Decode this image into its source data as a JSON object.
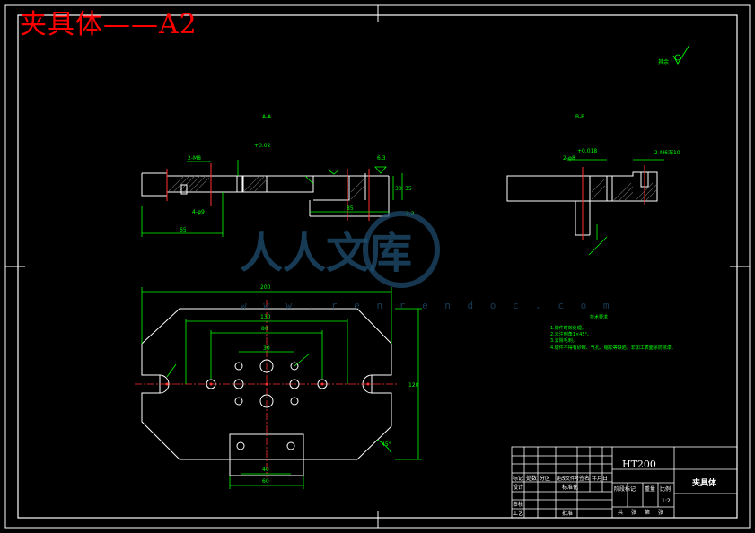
{
  "banner": {
    "title": "夹具体——A2"
  },
  "views": {
    "section_a": {
      "label": "A-A"
    },
    "section_b": {
      "label": "B-B"
    }
  },
  "dimensions": {
    "overall_width": "200",
    "width_130": "130",
    "width_80": "80",
    "pcd": "30",
    "height_120": "120",
    "inner_40": "40",
    "inner_60": "60",
    "angle": "45°",
    "depth_65": "65",
    "depth_85": "85",
    "thick_30": "30",
    "thick_35": "35",
    "roughness_1": "6.3",
    "roughness_2": "3.2",
    "tol_1": "+0.02",
    "tol_2": "+0.018",
    "hole_spec_1": "2-M8",
    "hole_spec_2": "2-M6深10",
    "hole_spec_3": "4-φ9",
    "hole_spec_4": "2-φ8"
  },
  "notes": {
    "heading": "技术要求",
    "lines": [
      "1.铸件时效处理。",
      "2.未注倒角1×45°。",
      "3.去除毛刺。",
      "4.铸件不得有砂眼、气孔、缩松等缺陷，非加工表面涂防锈漆。"
    ]
  },
  "roughness_symbol": {
    "text": "其余"
  },
  "title_block": {
    "material": "HT200",
    "part_name": "夹具体",
    "scale": "1:2",
    "header_cells": [
      "标记",
      "处数",
      "分区",
      "更改文件号",
      "签名",
      "年月日"
    ],
    "row_labels": [
      "设计",
      "审核",
      "工艺"
    ],
    "std_label": "标准化",
    "approve_label": "批准",
    "stage_labels": [
      "阶段标记",
      "重量",
      "比例"
    ],
    "sheet_labels": [
      "共",
      "张",
      "第",
      "张"
    ]
  },
  "watermark": {
    "text": "人人文库",
    "url": "w w w . r e n r e n d o c . c o m"
  }
}
